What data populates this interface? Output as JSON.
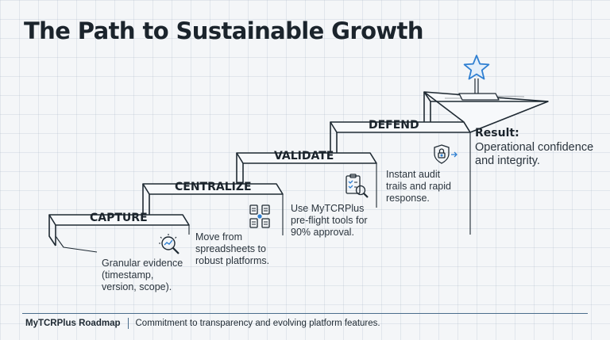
{
  "title": "The Path to Sustainable Growth",
  "steps": [
    {
      "label": "CAPTURE",
      "description": [
        "Granular evidence",
        "(timestamp,",
        "version, scope)."
      ]
    },
    {
      "label": "CENTRALIZE",
      "description": [
        "Move from",
        "spreadsheets to",
        "robust platforms."
      ]
    },
    {
      "label": "VALIDATE",
      "description": [
        "Use MyTCRPlus",
        "pre-flight tools for",
        "90% approval."
      ]
    },
    {
      "label": "DEFEND",
      "description": [
        "Instant audit",
        "trails and rapid",
        "response."
      ]
    }
  ],
  "result": {
    "heading": "Result:",
    "text": "Operational confidence and integrity."
  },
  "footer": {
    "brand": "MyTCRPlus Roadmap",
    "tagline": "Commitment to transparency and evolving platform features."
  },
  "colors": {
    "ink": "#1b242c",
    "accent": "#2f7fd1",
    "footer_rule": "#4a6d8c"
  },
  "icons": [
    "magnifier-chart-icon",
    "documents-network-icon",
    "checklist-magnifier-icon",
    "shield-lock-icon",
    "star-trophy-icon"
  ]
}
